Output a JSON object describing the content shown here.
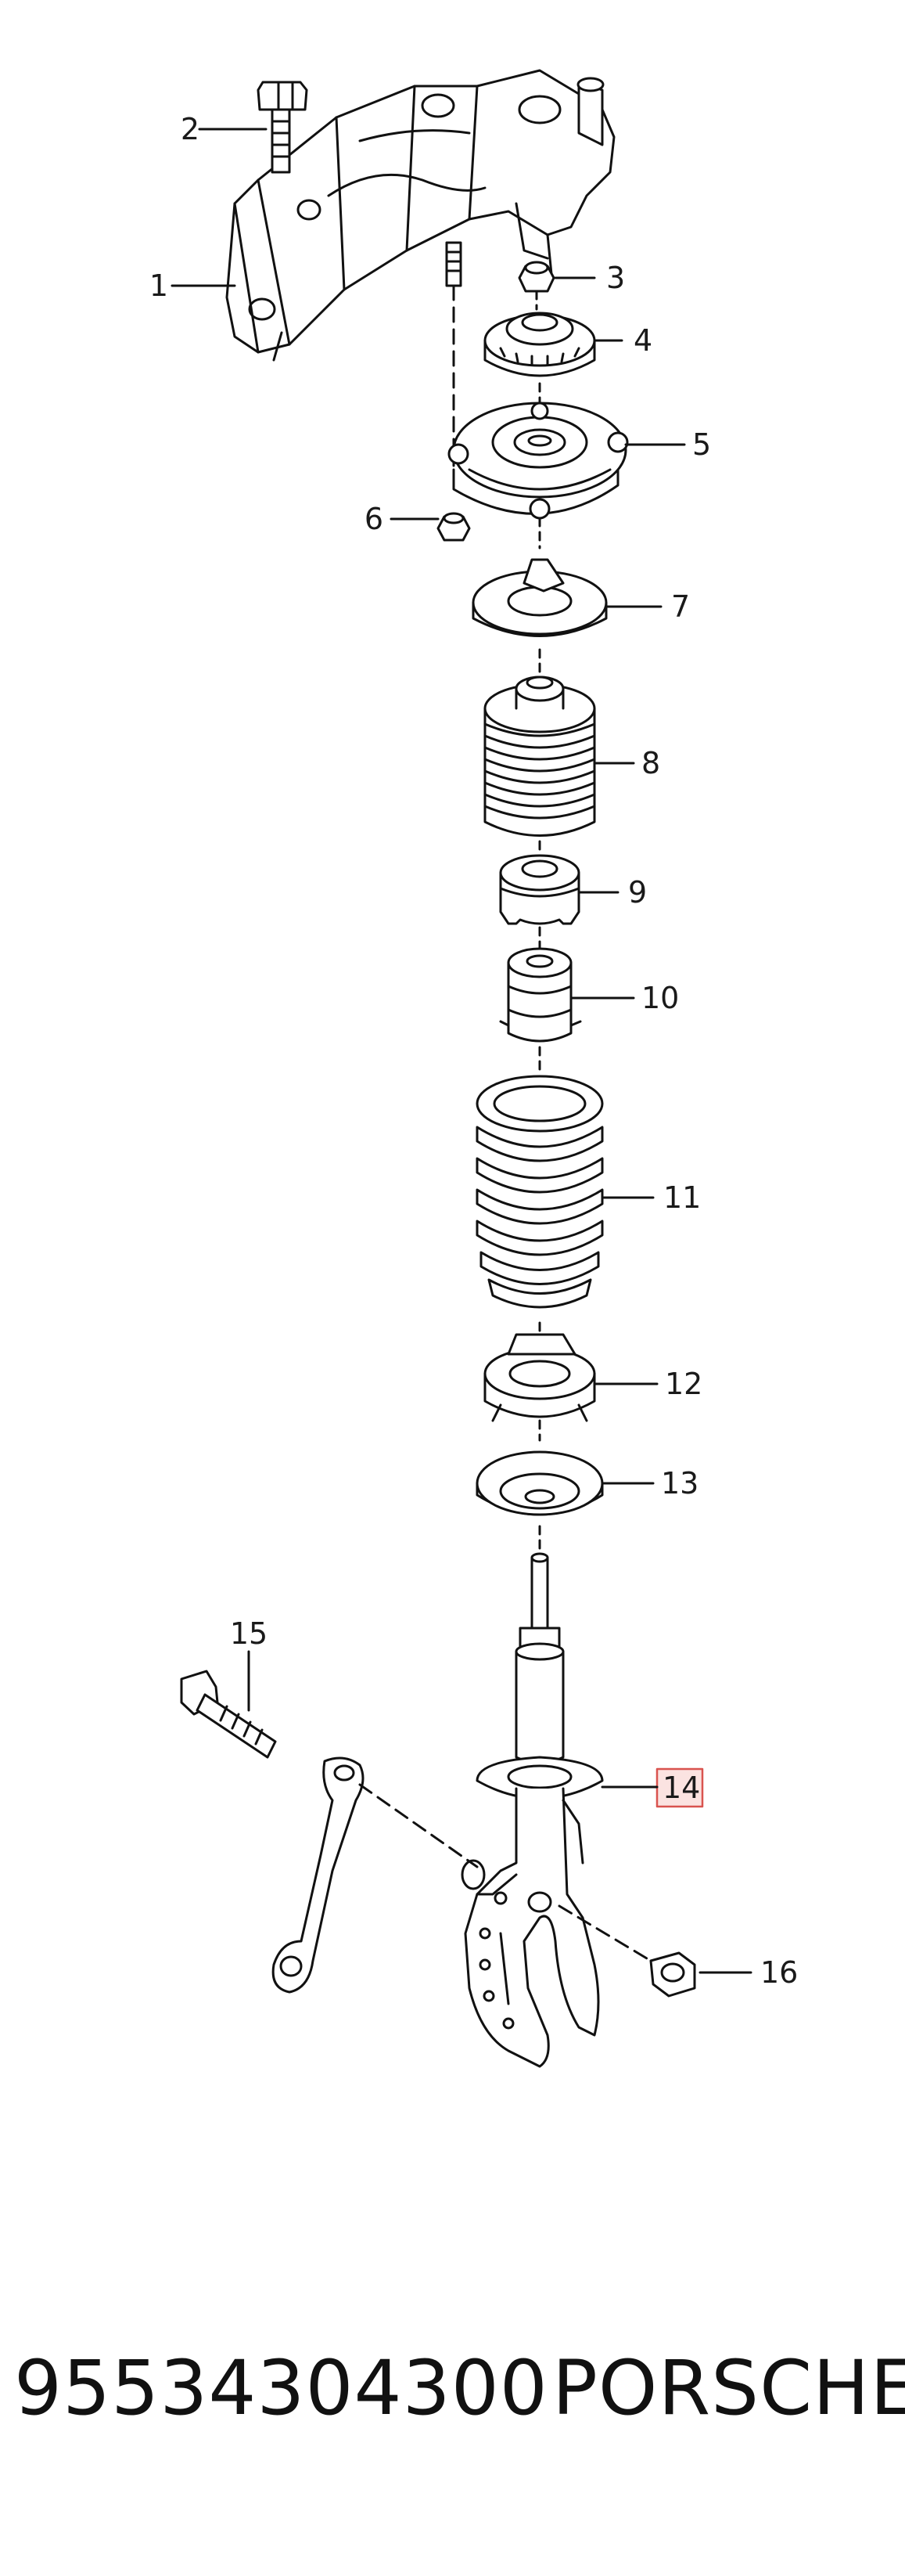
{
  "callouts": [
    "1",
    "2",
    "3",
    "4",
    "5",
    "6",
    "7",
    "8",
    "9",
    "10",
    "11",
    "12",
    "13",
    "14",
    "15",
    "16"
  ],
  "highlighted_callout": "14",
  "highlight_color": "#d9534f",
  "footer": {
    "part_number": "95534304300",
    "brand": "PORSCHE"
  }
}
